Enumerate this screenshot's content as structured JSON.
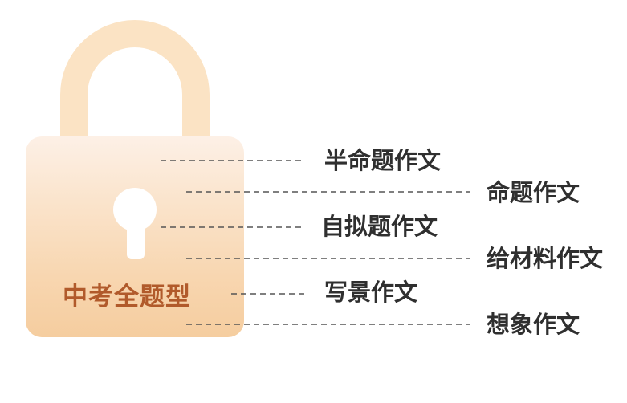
{
  "lock": {
    "label": "中考全题型"
  },
  "essay_types": [
    "半命题作文",
    "命题作文",
    "自拟题作文",
    "给材料作文",
    "写景作文",
    "想象作文"
  ],
  "colors": {
    "shackle": "#fbe3c4",
    "body_top": "#fdf0e6",
    "body_bottom": "#f5cd9f",
    "keyhole": "#ffffff",
    "label": "#b15a2b",
    "text": "#2f2f2f",
    "dashes": "#555555"
  }
}
